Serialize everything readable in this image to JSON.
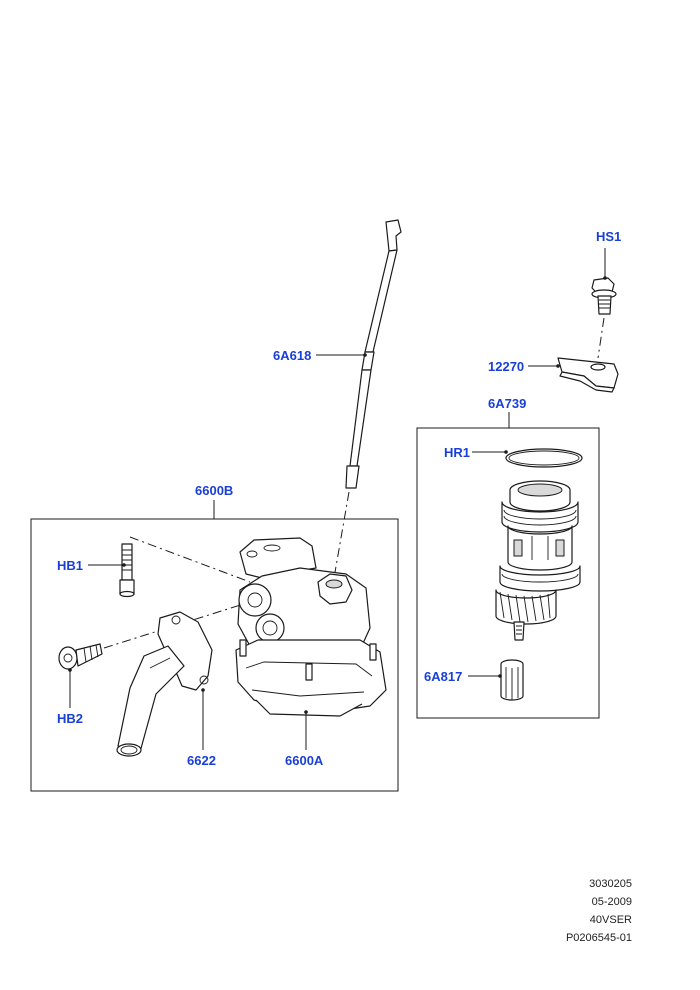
{
  "callouts": {
    "hs1": "HS1",
    "p12270": "12270",
    "p6a739": "6A739",
    "hr1": "HR1",
    "p6a817": "6A817",
    "p6a618": "6A618",
    "p6600b": "6600B",
    "hb1": "HB1",
    "hb2": "HB2",
    "p6622": "6622",
    "p6600a": "6600A"
  },
  "reference": {
    "line1": "3030205",
    "line2": "05-2009",
    "line3": "40VSER",
    "line4": "P0206545-01"
  },
  "colors": {
    "callout": "#1a3fd6",
    "line": "#1b1b1b"
  }
}
